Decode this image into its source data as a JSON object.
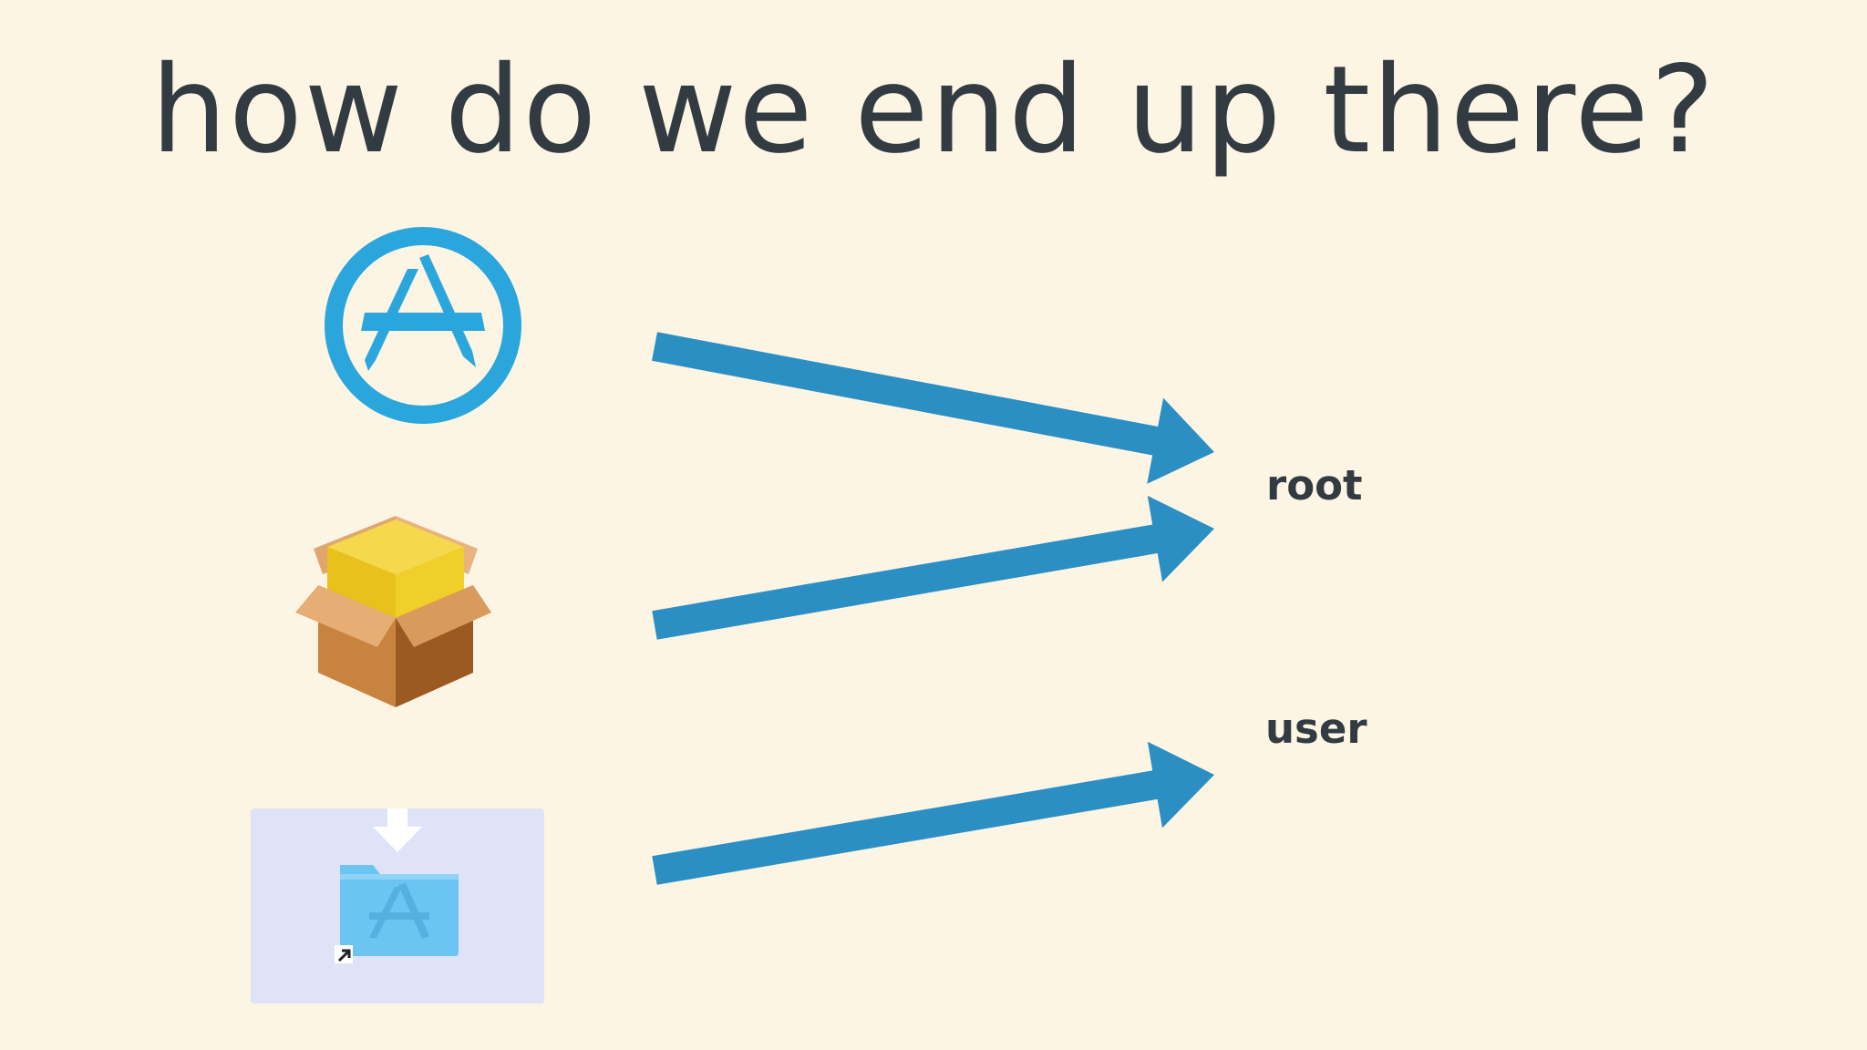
{
  "title": "how do we end up there?",
  "labels": {
    "root": "root",
    "user": "user"
  },
  "icons": {
    "app_store": "app-store-icon",
    "installer_package": "installer-package-icon",
    "drag_install": "applications-folder-drag-icon"
  },
  "colors": {
    "background": "#fdf5e4",
    "text": "#333b42",
    "arrow": "#2b8fc4",
    "app_store_blue": "#2aa6dc",
    "drag_area": "#dfe3f7",
    "folder": "#6cc4f2"
  }
}
